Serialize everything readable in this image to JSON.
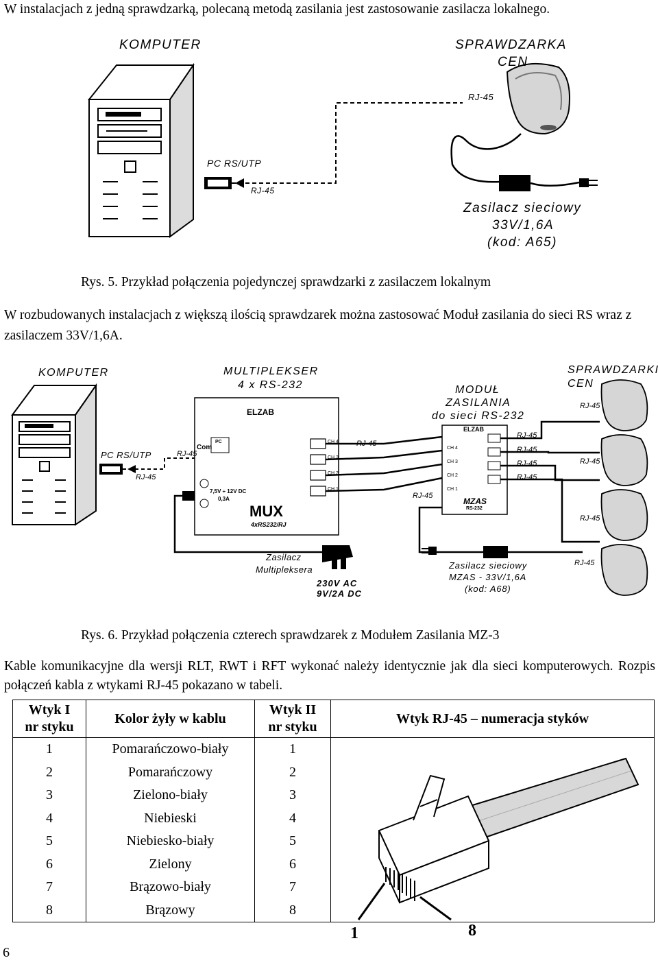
{
  "intro": "W instalacjach z jedną sprawdzarką, polecaną metodą zasilania jest zastosowanie zasilacza lokalnego.",
  "figure5": {
    "computer": "KOMPUTER",
    "checker_title": "SPRAWDZARKA",
    "checker_sub": "CEN",
    "rj45_top": "RJ-45",
    "pc_rsutp": "PC RS/UTP",
    "rj45_bottom": "RJ-45",
    "psu_line1": "Zasilacz sieciowy",
    "psu_line2": "33V/1,6A",
    "psu_line3": "(kod: A65)",
    "caption": "Rys. 5.  Przykład połączenia pojedynczej sprawdzarki z zasilaczem lokalnym"
  },
  "para2": "W rozbudowanych instalacjach z większą ilością sprawdzarek można zastosować Moduł zasilania do sieci RS wraz z zasilaczem 33V/1,6A.",
  "figure6": {
    "computer": "KOMPUTER",
    "mux_title1": "MULTIPLEKSER",
    "mux_title2": "4 x RS-232",
    "module1": "MODUŁ",
    "module2": "ZASILANIA",
    "module3": "do sieci RS-232",
    "checkers1": "SPRAWDZARKI",
    "checkers2": "CEN",
    "pc_rsutp": "PC RS/UTP",
    "rj45": "RJ-45",
    "elzab": "ELZAB",
    "mux_brand": "MUX",
    "mux_model": "4xRS232/RJ",
    "mzas_brand": "MZAS",
    "mzas_model": "RS-232",
    "com": "Com",
    "pc_mini": "PC",
    "power_label": "7,5V ÷ 12V  DC",
    "power_current": "0,3A",
    "ch1": "CH 1",
    "ch2": "CH 2",
    "ch3": "CH 3",
    "ch4": "CH 4",
    "mux_psu1": "Zasilacz",
    "mux_psu2": "Multipleksera",
    "mux_psu3": "230V AC",
    "mux_psu4": "9V/2A DC",
    "mzas_psu1": "Zasilacz sieciowy",
    "mzas_psu2": "MZAS - 33V/1,6A",
    "mzas_psu3": "(kod: A68)",
    "caption": "Rys. 6.  Przykład połączenia czterech sprawdzarek z Modułem Zasilania MZ-3"
  },
  "para3": "Kable komunikacyjne dla wersji RLT, RWT i RFT wykonać należy identycznie jak dla sieci komputerowych. Rozpis połączeń kabla z wtykami RJ-45 pokazano w tabeli.",
  "table": {
    "h1a": "Wtyk I",
    "h1b": "nr styku",
    "h2": "Kolor żyły w kablu",
    "h3a": "Wtyk II",
    "h3b": "nr styku",
    "h4": "Wtyk RJ-45 – numeracja styków",
    "rows": [
      {
        "a": "1",
        "color": "Pomarańczowo-biały",
        "b": "1"
      },
      {
        "a": "2",
        "color": "Pomarańczowy",
        "b": "2"
      },
      {
        "a": "3",
        "color": "Zielono-biały",
        "b": "3"
      },
      {
        "a": "4",
        "color": "Niebieski",
        "b": "4"
      },
      {
        "a": "5",
        "color": "Niebiesko-biały",
        "b": "5"
      },
      {
        "a": "6",
        "color": "Zielony",
        "b": "6"
      },
      {
        "a": "7",
        "color": "Brązowo-biały",
        "b": "7"
      },
      {
        "a": "8",
        "color": "Brązowy",
        "b": "8"
      }
    ],
    "pin_first": "1",
    "pin_last": "8"
  },
  "page_number": "6"
}
